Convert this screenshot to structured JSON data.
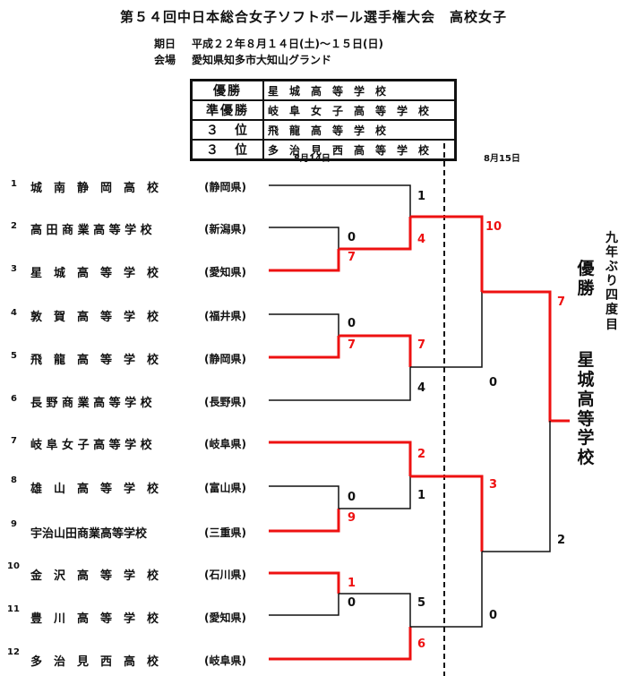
{
  "header": {
    "title": "第５４回中日本総合女子ソフトボール選手権大会　高校女子",
    "date_label": "期日",
    "date_value": "平成２２年８月１４日(土)～１５日(日)",
    "venue_label": "会場",
    "venue_value": "愛知県知多市大知山グランド"
  },
  "results": [
    {
      "place": "優勝",
      "school": "星　城　高　等　学　校"
    },
    {
      "place": "準優勝",
      "school": "岐　阜　女　子　高　等　学　校"
    },
    {
      "place": "３　位",
      "school": "飛　龍　高　等　学　校"
    },
    {
      "place": "３　位",
      "school": "多　治　見　西　高　等　学　校"
    }
  ],
  "dates": {
    "day1": "8月14日",
    "day2": "8月15日"
  },
  "schools": [
    {
      "num": "1",
      "name": "城　南　静　岡　高　校",
      "pref": "(静岡県)"
    },
    {
      "num": "2",
      "name": "高 田 商 業 高 等 学 校",
      "pref": "(新潟県)"
    },
    {
      "num": "3",
      "name": "星　城　高　等　学　校",
      "pref": "(愛知県)"
    },
    {
      "num": "4",
      "name": "敦　賀　高　等　学　校",
      "pref": "(福井県)"
    },
    {
      "num": "5",
      "name": "飛　龍　高　等　学　校",
      "pref": "(静岡県)"
    },
    {
      "num": "6",
      "name": "長 野 商 業 高 等 学 校",
      "pref": "(長野県)"
    },
    {
      "num": "7",
      "name": "岐 阜 女 子 高 等 学 校",
      "pref": "(岐阜県)"
    },
    {
      "num": "8",
      "name": "雄　山　高　等　学　校",
      "pref": "(富山県)"
    },
    {
      "num": "9",
      "name": "宇治山田商業高等学校",
      "pref": "(三重県)"
    },
    {
      "num": "10",
      "name": "金　沢　高　等　学　校",
      "pref": "(石川県)"
    },
    {
      "num": "11",
      "name": "豊　川　高　等　学　校",
      "pref": "(愛知県)"
    },
    {
      "num": "12",
      "name": "多　治　見　西　高　校",
      "pref": "(岐阜県)"
    }
  ],
  "scores": {
    "r1a_top": "0",
    "r1a_bot": "7",
    "r1b_top": "0",
    "r1b_bot": "7",
    "r1c_top": "0",
    "r1c_bot": "9",
    "r1d_top": "1",
    "r1d_bot": "0",
    "qf1_top": "1",
    "qf1_bot": "4",
    "qf2_top": "7",
    "qf2_bot": "4",
    "qf3_top": "2",
    "qf3_bot": "1",
    "qf4_top": "5",
    "qf4_bot": "6",
    "sf1_top": "10",
    "sf1_bot": "0",
    "sf2_top": "3",
    "sf2_bot": "0",
    "final_top": "7",
    "final_bot": "2"
  },
  "champion": {
    "note": "九年ぶり四度目",
    "label": "優勝",
    "school": "星城高等学校"
  },
  "colors": {
    "winner_line": "#e11111",
    "line": "#111111"
  }
}
